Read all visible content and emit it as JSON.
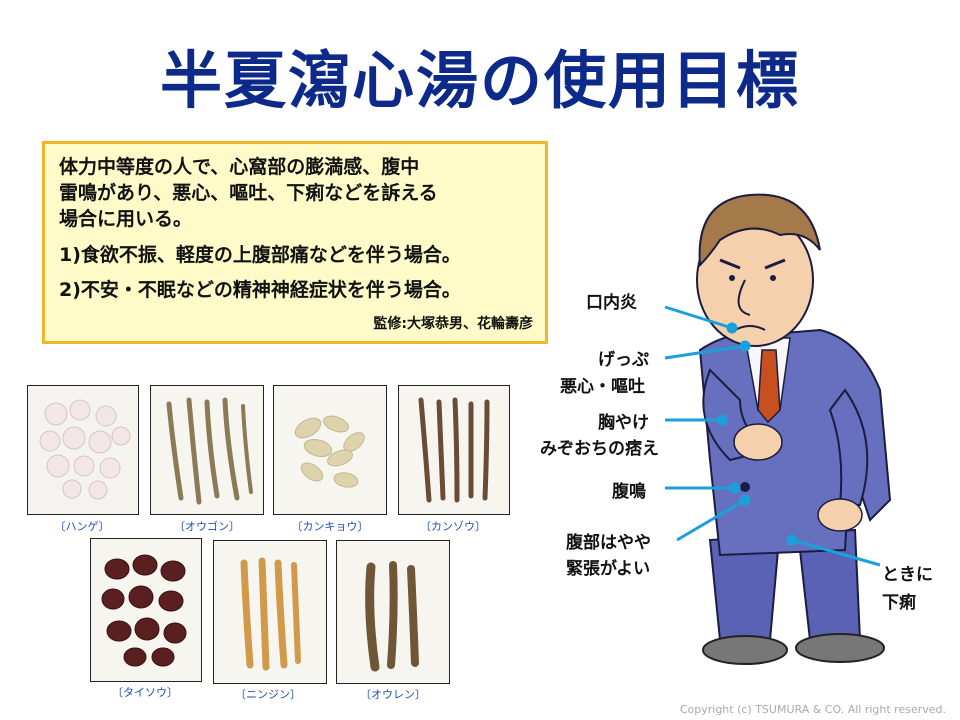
{
  "title": "半夏瀉心湯の使用目標",
  "info": {
    "lines": [
      "体力中等度の人で、心窩部の膨満感、腹中",
      "雷鳴があり、悪心、嘔吐、下痢などを訴える",
      "場合に用いる。"
    ],
    "item1": "1)食欲不振、軽度の上腹部痛などを伴う場合。",
    "item2": "2)不安・不眠などの精神神経症状を伴う場合。",
    "supervisor": "監修:大塚恭男、花輪壽彦"
  },
  "herbs": [
    "〔ハンゲ〕",
    "〔オウゴン〕",
    "〔カンキョウ〕",
    "〔カンゾウ〕",
    "〔タイソウ〕",
    "〔ニンジン〕",
    "〔オウレン〕"
  ],
  "symptoms": {
    "mouth": "口内炎",
    "burp": "げっぷ",
    "nausea": "悪心・嘔吐",
    "heartburn": "胸やけ",
    "epigastric": "みぞおちの痞え",
    "rumble": "腹鳴",
    "tension1": "腹部はやや",
    "tension2": "緊張がよい",
    "diarrhea1": "ときに",
    "diarrhea2": "下痢"
  },
  "copyright": "Copyright (c) TSUMURA & CO. All right reserved.",
  "colors": {
    "title": "#0d2a8a",
    "box_bg": "#fefbc8",
    "box_border": "#f2b52c",
    "pointer": "#1aa0dc",
    "suit": "#5560b0"
  }
}
